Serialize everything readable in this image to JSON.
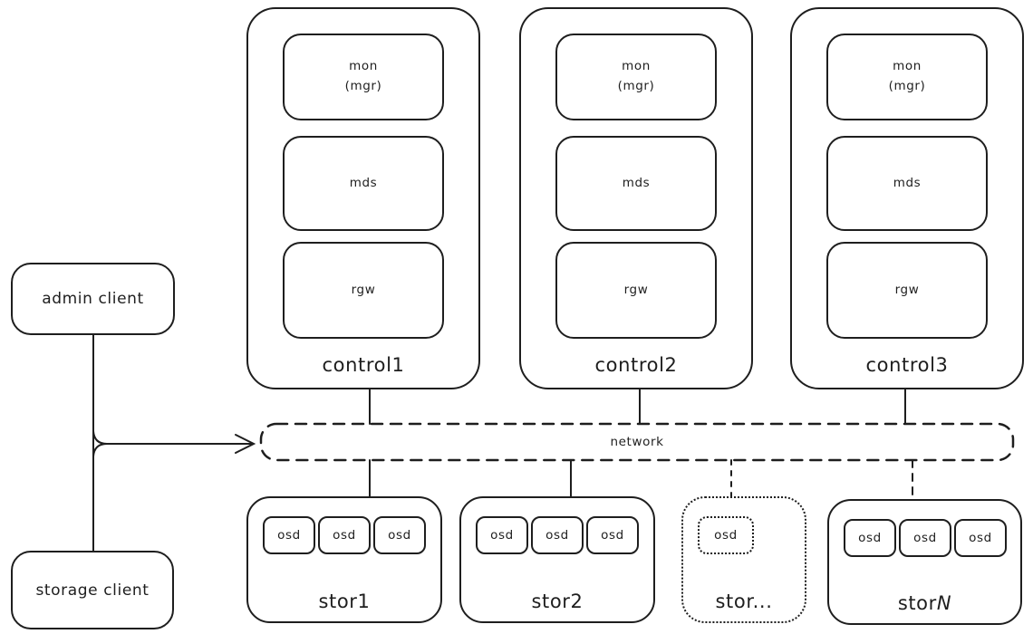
{
  "diagram": {
    "stroke_color": "#1e1e1e",
    "background_color": "#ffffff"
  },
  "clients": [
    {
      "label": "admin client"
    },
    {
      "label": "storage client"
    }
  ],
  "network": {
    "label": "network"
  },
  "control_nodes": [
    {
      "label": "control1",
      "services": [
        "mon\n(mgr)",
        "mds",
        "rgw"
      ]
    },
    {
      "label": "control2",
      "services": [
        "mon\n(mgr)",
        "mds",
        "rgw"
      ]
    },
    {
      "label": "control3",
      "services": [
        "mon\n(mgr)",
        "mds",
        "rgw"
      ]
    }
  ],
  "storage_nodes": [
    {
      "label": "stor1",
      "label_italic": "",
      "osds": [
        "osd",
        "osd",
        "osd"
      ]
    },
    {
      "label": "stor2",
      "label_italic": "",
      "osds": [
        "osd",
        "osd",
        "osd"
      ]
    },
    {
      "label": "stor...",
      "label_italic": "",
      "osds": [
        "osd"
      ]
    },
    {
      "label": "stor",
      "label_italic": "N",
      "osds": [
        "osd",
        "osd",
        "osd"
      ]
    }
  ]
}
